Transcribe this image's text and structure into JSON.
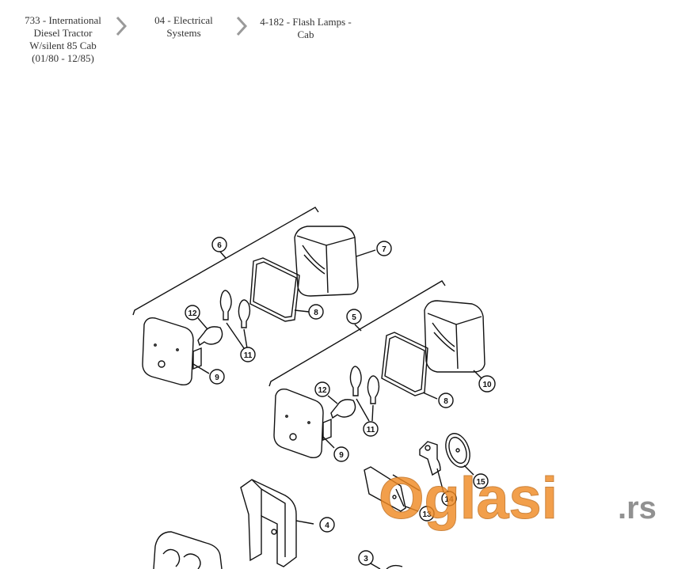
{
  "breadcrumb": {
    "items": [
      {
        "label": "733 - International Diesel Tractor W/silent 85 Cab (01/80 - 12/85)"
      },
      {
        "label": "04 - Electrical Systems"
      },
      {
        "label": "4-182 - Flash Lamps - Cab"
      }
    ],
    "separator_icon": "chevron-right-icon"
  },
  "diagram": {
    "callouts": [
      "6",
      "7",
      "8",
      "12",
      "11",
      "9",
      "5",
      "8",
      "10",
      "12",
      "11",
      "9",
      "15",
      "14",
      "13",
      "4",
      "3"
    ]
  },
  "watermark": {
    "brand": "Oglasi",
    "suffix": ".rs",
    "colors": {
      "orange": "#f08a24",
      "gray": "#7a7a7a"
    }
  }
}
